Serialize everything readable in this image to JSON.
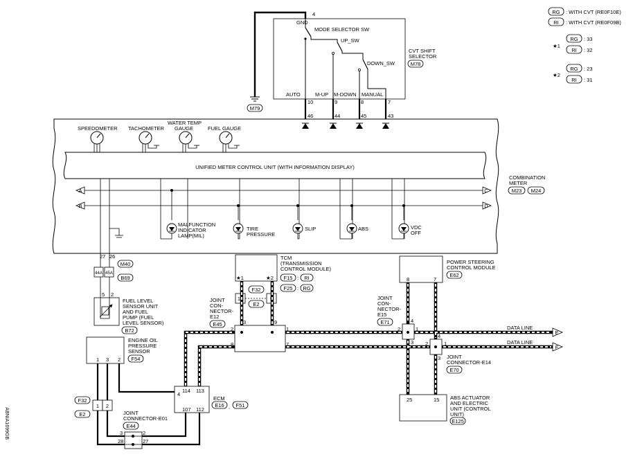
{
  "legend": {
    "rg_tag": "RG",
    "rg_text": ": WITH CVT (RE0F10E)",
    "ri_tag": "RI",
    "ri_text": ": WITH CVT (RE0F09B)",
    "star1": "★1",
    "star1_rg": ": 33",
    "star1_ri": ": 32",
    "star2": "★2",
    "star2_rg": ": 23",
    "star2_ri": ": 31"
  },
  "cvt_selector": {
    "title_1": "CVT SHIFT",
    "title_2": "SELECTOR",
    "connector": "M78",
    "gnd": "GND",
    "mode_sw": "MODE SELECTOR SW",
    "up_sw": "UP_SW",
    "down_sw": "DOWN_SW",
    "auto": "AUTO",
    "m_up": "M-UP",
    "m_down": "M-DOWN",
    "manual": "MANUAL",
    "pin_gnd": "4",
    "pin_auto": "10",
    "pin_mup": "9",
    "pin_mdown": "8",
    "pin_manual": "7"
  },
  "ground_m79": "M79",
  "meter": {
    "speedometer": "SPEEDOMETER",
    "tachometer": "TACHOMETER",
    "water_temp_1": "WATER TEMP",
    "water_temp_2": "GAUGE",
    "fuel_gauge": "FUEL GAUGE",
    "unit_label": "UNIFIED METER CONTROL UNIT (WITH INFORMATION DISPLAY)",
    "combo_1": "COMBINATION",
    "combo_2": "METER",
    "conn_a": "M23",
    "conn_b": "M24",
    "node_a": "A",
    "node_b": "B",
    "node_c": "C",
    "node_d": "D",
    "mil_1": "MALFUNCTION",
    "mil_2": "INDICATOR",
    "mil_3": "LAMP(MIL)",
    "tire_1": "TIRE",
    "tire_2": "PRESSURE",
    "slip": "SLIP",
    "abs": "ABS",
    "vdc_1": "VDC",
    "vdc_2": "OFF",
    "pin_46": "46",
    "pin_44": "44",
    "pin_45": "45",
    "pin_43": "43",
    "pin_27": "27",
    "pin_26": "26"
  },
  "fuel_conn": {
    "left": "44A",
    "right": "45A",
    "m40": "M40",
    "b69": "B69"
  },
  "fuel_sensor": {
    "line1": "FUEL LEVEL",
    "line2": "SENSOR UNIT",
    "line3": "AND FUEL",
    "line4": "PUMP (FUEL",
    "line5": "LEVEL SENSOR)",
    "connector": "B72",
    "pin_5": "5",
    "pin_2": "2"
  },
  "tcm": {
    "line1": "TCM",
    "line2": "(TRANSMISSION",
    "line3": "CONTROL MODULE)",
    "f15": "F15",
    "ri": "RI",
    "f25": "F25",
    "rg": "RG",
    "star1": "★1",
    "star2": "★2"
  },
  "joint_e12": {
    "line1": "JOINT",
    "line2": "CON-",
    "line3": "NECTOR-",
    "line4": "E12",
    "connector": "E45",
    "f32": "F32",
    "e2": "E2",
    "pin_10": "10",
    "pin_9": "9",
    "pin_3": "3",
    "pin_9b": "9",
    "pin_2": "2",
    "pin_1": "1",
    "pin_8": "8",
    "pin_7": "7"
  },
  "power_steering": {
    "line1": "POWER STEERING",
    "line2": "CONTROL MODULE",
    "connector": "E62",
    "pin_8": "8",
    "pin_7": "7"
  },
  "joint_e15": {
    "line1": "JOINT",
    "line2": "CON-",
    "line3": "NECTOR-",
    "line4": "E15",
    "connector": "E71",
    "pin_4": "4",
    "pin_2": "2",
    "pin_3": "3",
    "pin_1": "1"
  },
  "joint_e14": {
    "line1": "JOINT",
    "line2": "CONNECTOR-E14",
    "connector": "E70",
    "pin_4": "4",
    "pin_2": "2",
    "pin_1": "1",
    "pin_3": "3"
  },
  "data_line_1": "DATA LINE",
  "data_line_2": "DATA LINE",
  "node_e": "E",
  "node_f": "F",
  "oil_sensor": {
    "line1": "ENGINE OIL",
    "line2": "PRESSURE",
    "line3": "SENSOR",
    "connector": "F54",
    "pin_1": "1",
    "pin_3": "3",
    "pin_2": "2"
  },
  "ecm": {
    "label": "ECM",
    "e16": "E16",
    "f51": "F51",
    "pin_4": "4",
    "pin_114": "114",
    "pin_113": "113",
    "pin_107": "107",
    "pin_112": "112"
  },
  "abs_actuator": {
    "line1": "ABS ACTUATOR",
    "line2": "AND ELECTRIC",
    "line3": "UNIT (CONTROL",
    "line4": "UNIT)",
    "connector": "E125",
    "pin_25": "25",
    "pin_15": "15"
  },
  "joint_e01": {
    "line1": "JOINT",
    "line2": "CONNECTOR-E01",
    "connector": "E44",
    "f32": "F32",
    "e2": "E2",
    "pin_1": "1",
    "pin_2": "2",
    "pin_3": "3",
    "pin_2b": "2",
    "pin_28": "28",
    "pin_27": "27"
  },
  "side_code": "ABNIA1699GB"
}
